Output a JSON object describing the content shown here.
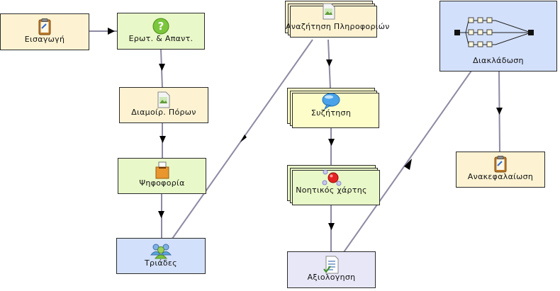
{
  "nodes": {
    "intro": {
      "label": "Εισαγωγή",
      "icon": "clipboard-icon"
    },
    "qa": {
      "label": "Ερωτ. & Απαντ.",
      "icon": "question-icon"
    },
    "resources": {
      "label": "Διαμοίρ. Πόρων",
      "icon": "image-file-icon"
    },
    "voting": {
      "label": "Ψηφοφορία",
      "icon": "ballot-box-icon"
    },
    "triads": {
      "label": "Τριάδες",
      "icon": "group-icon"
    },
    "search": {
      "label": "Αναζήτηση Πληροφοριών",
      "icon": "image-file-icon"
    },
    "discussion": {
      "label": "Συζήτηση",
      "icon": "speech-bubble-icon"
    },
    "mindmap": {
      "label": "Νοητικός χάρτης",
      "icon": "mindmap-icon"
    },
    "evaluation": {
      "label": "Αξιολογηση",
      "icon": "checklist-icon"
    },
    "branching": {
      "label": "Διακλάδωση",
      "icon": "branching-icon"
    },
    "summary": {
      "label": "Ανακεφαλαίωση",
      "icon": "clipboard-icon"
    }
  },
  "colors": {
    "beige": "#fdf3d2",
    "green": "#e9f8c8",
    "blue": "#d3e0fb",
    "yellow": "#fcfdc9",
    "lavender": "#e8e7f7",
    "connector": "#8d8aa3",
    "arrow": "#000000"
  }
}
